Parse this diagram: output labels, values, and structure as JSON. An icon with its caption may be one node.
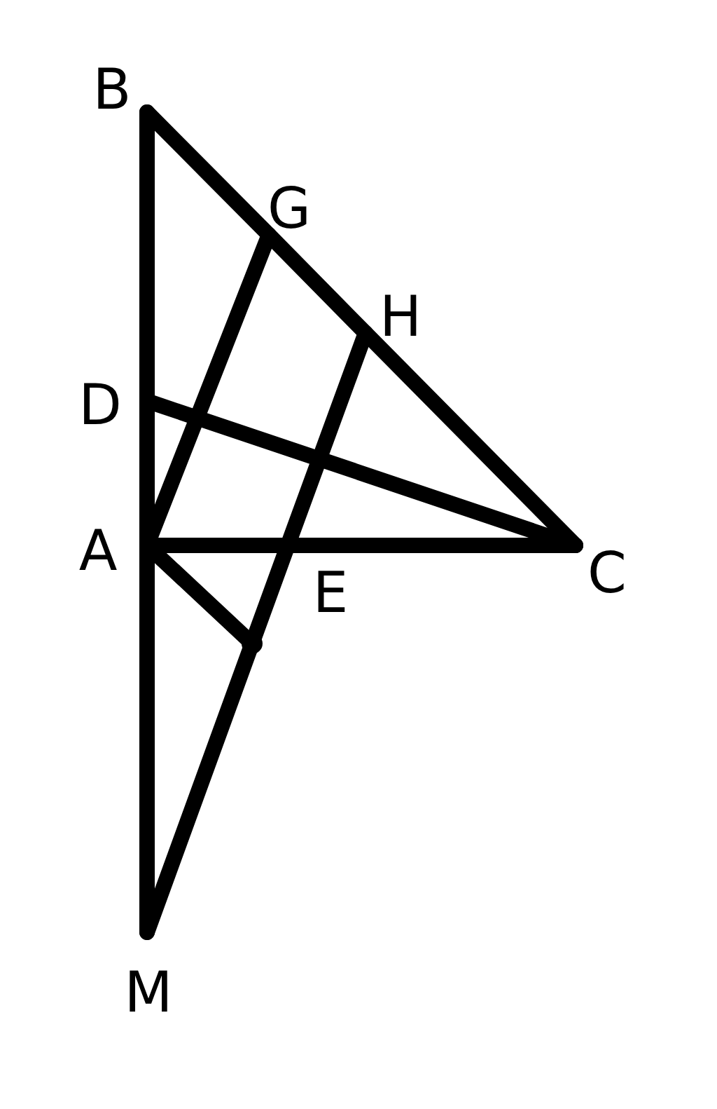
{
  "diagram": {
    "nodes": [
      {
        "text": [
          "B"
        ]
      },
      {
        "text": [
          "G"
        ]
      },
      {
        "text": [
          "H"
        ]
      },
      {
        "text": [
          "D"
        ]
      },
      {
        "text": [
          "A"
        ]
      },
      {
        "text": [
          "C"
        ]
      },
      {
        "text": [
          "E"
        ]
      },
      {
        "text": [
          "M"
        ]
      },
      {
        "text": [],
        "shape": "point"
      }
    ],
    "edges": [
      {
        "from": 0,
        "to": 3,
        "arrow": "none"
      },
      {
        "from": 3,
        "to": 4,
        "arrow": "none"
      },
      {
        "from": 4,
        "to": 7,
        "arrow": "none"
      },
      {
        "from": 0,
        "to": 1,
        "arrow": "none"
      },
      {
        "from": 1,
        "to": 2,
        "arrow": "none"
      },
      {
        "from": 2,
        "to": 5,
        "arrow": "none"
      },
      {
        "from": 4,
        "to": 6,
        "arrow": "none"
      },
      {
        "from": 6,
        "to": 5,
        "arrow": "none"
      },
      {
        "from": 3,
        "to": 5,
        "arrow": "none"
      },
      {
        "from": 4,
        "to": 1,
        "arrow": "none"
      },
      {
        "from": 7,
        "to": 8,
        "arrow": "none"
      },
      {
        "from": 8,
        "to": 6,
        "arrow": "none"
      },
      {
        "from": 6,
        "to": 2,
        "arrow": "none"
      },
      {
        "from": 4,
        "to": 8,
        "arrow": "none"
      }
    ]
  }
}
